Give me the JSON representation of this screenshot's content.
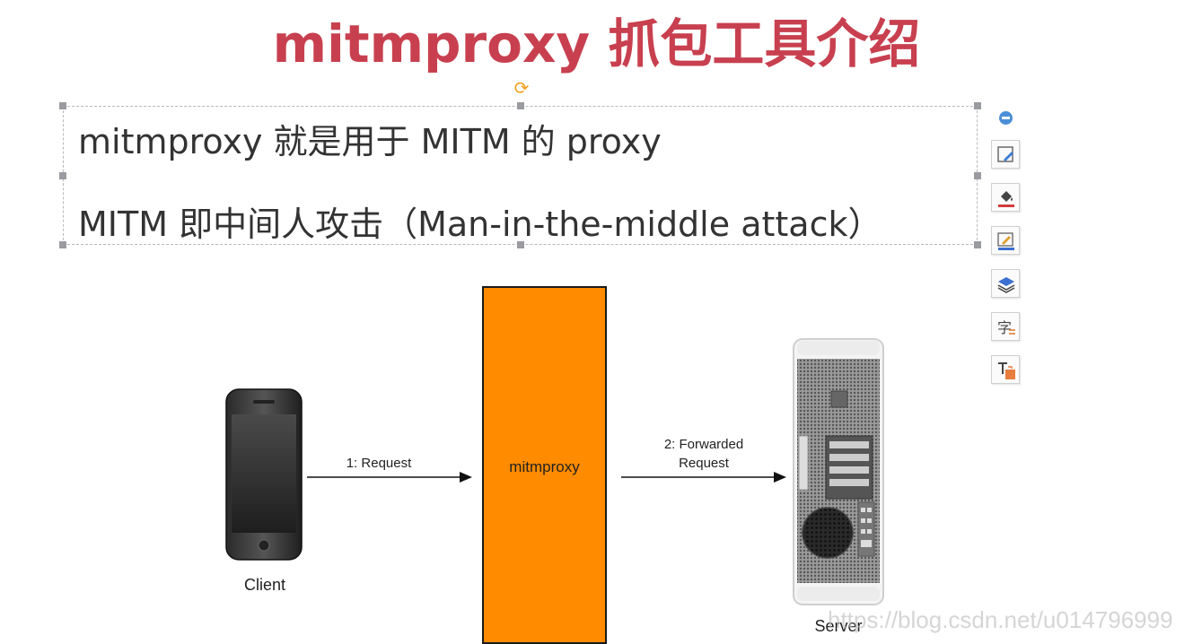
{
  "slide": {
    "title": "mitmproxy 抓包工具介绍",
    "lines": [
      "mitmproxy 就是用于 MITM 的 proxy",
      "MITM 即中间人攻击（Man-in-the-middle attack）"
    ]
  },
  "diagram": {
    "client_label": "Client",
    "request_label": "1: Request",
    "proxy_label": "mitmproxy",
    "forwarded_label_line1": "2: Forwarded",
    "forwarded_label_line2": "Request",
    "server_label": "Server"
  },
  "toolbar": {
    "text_icon_glyph": "字"
  },
  "watermark": "https://blog.csdn.net/u014796999",
  "colors": {
    "title": "#c8404f",
    "proxy_box": "#fe8b00",
    "handle": "#9a9ba0",
    "collapse_button": "#4a8ed8"
  }
}
